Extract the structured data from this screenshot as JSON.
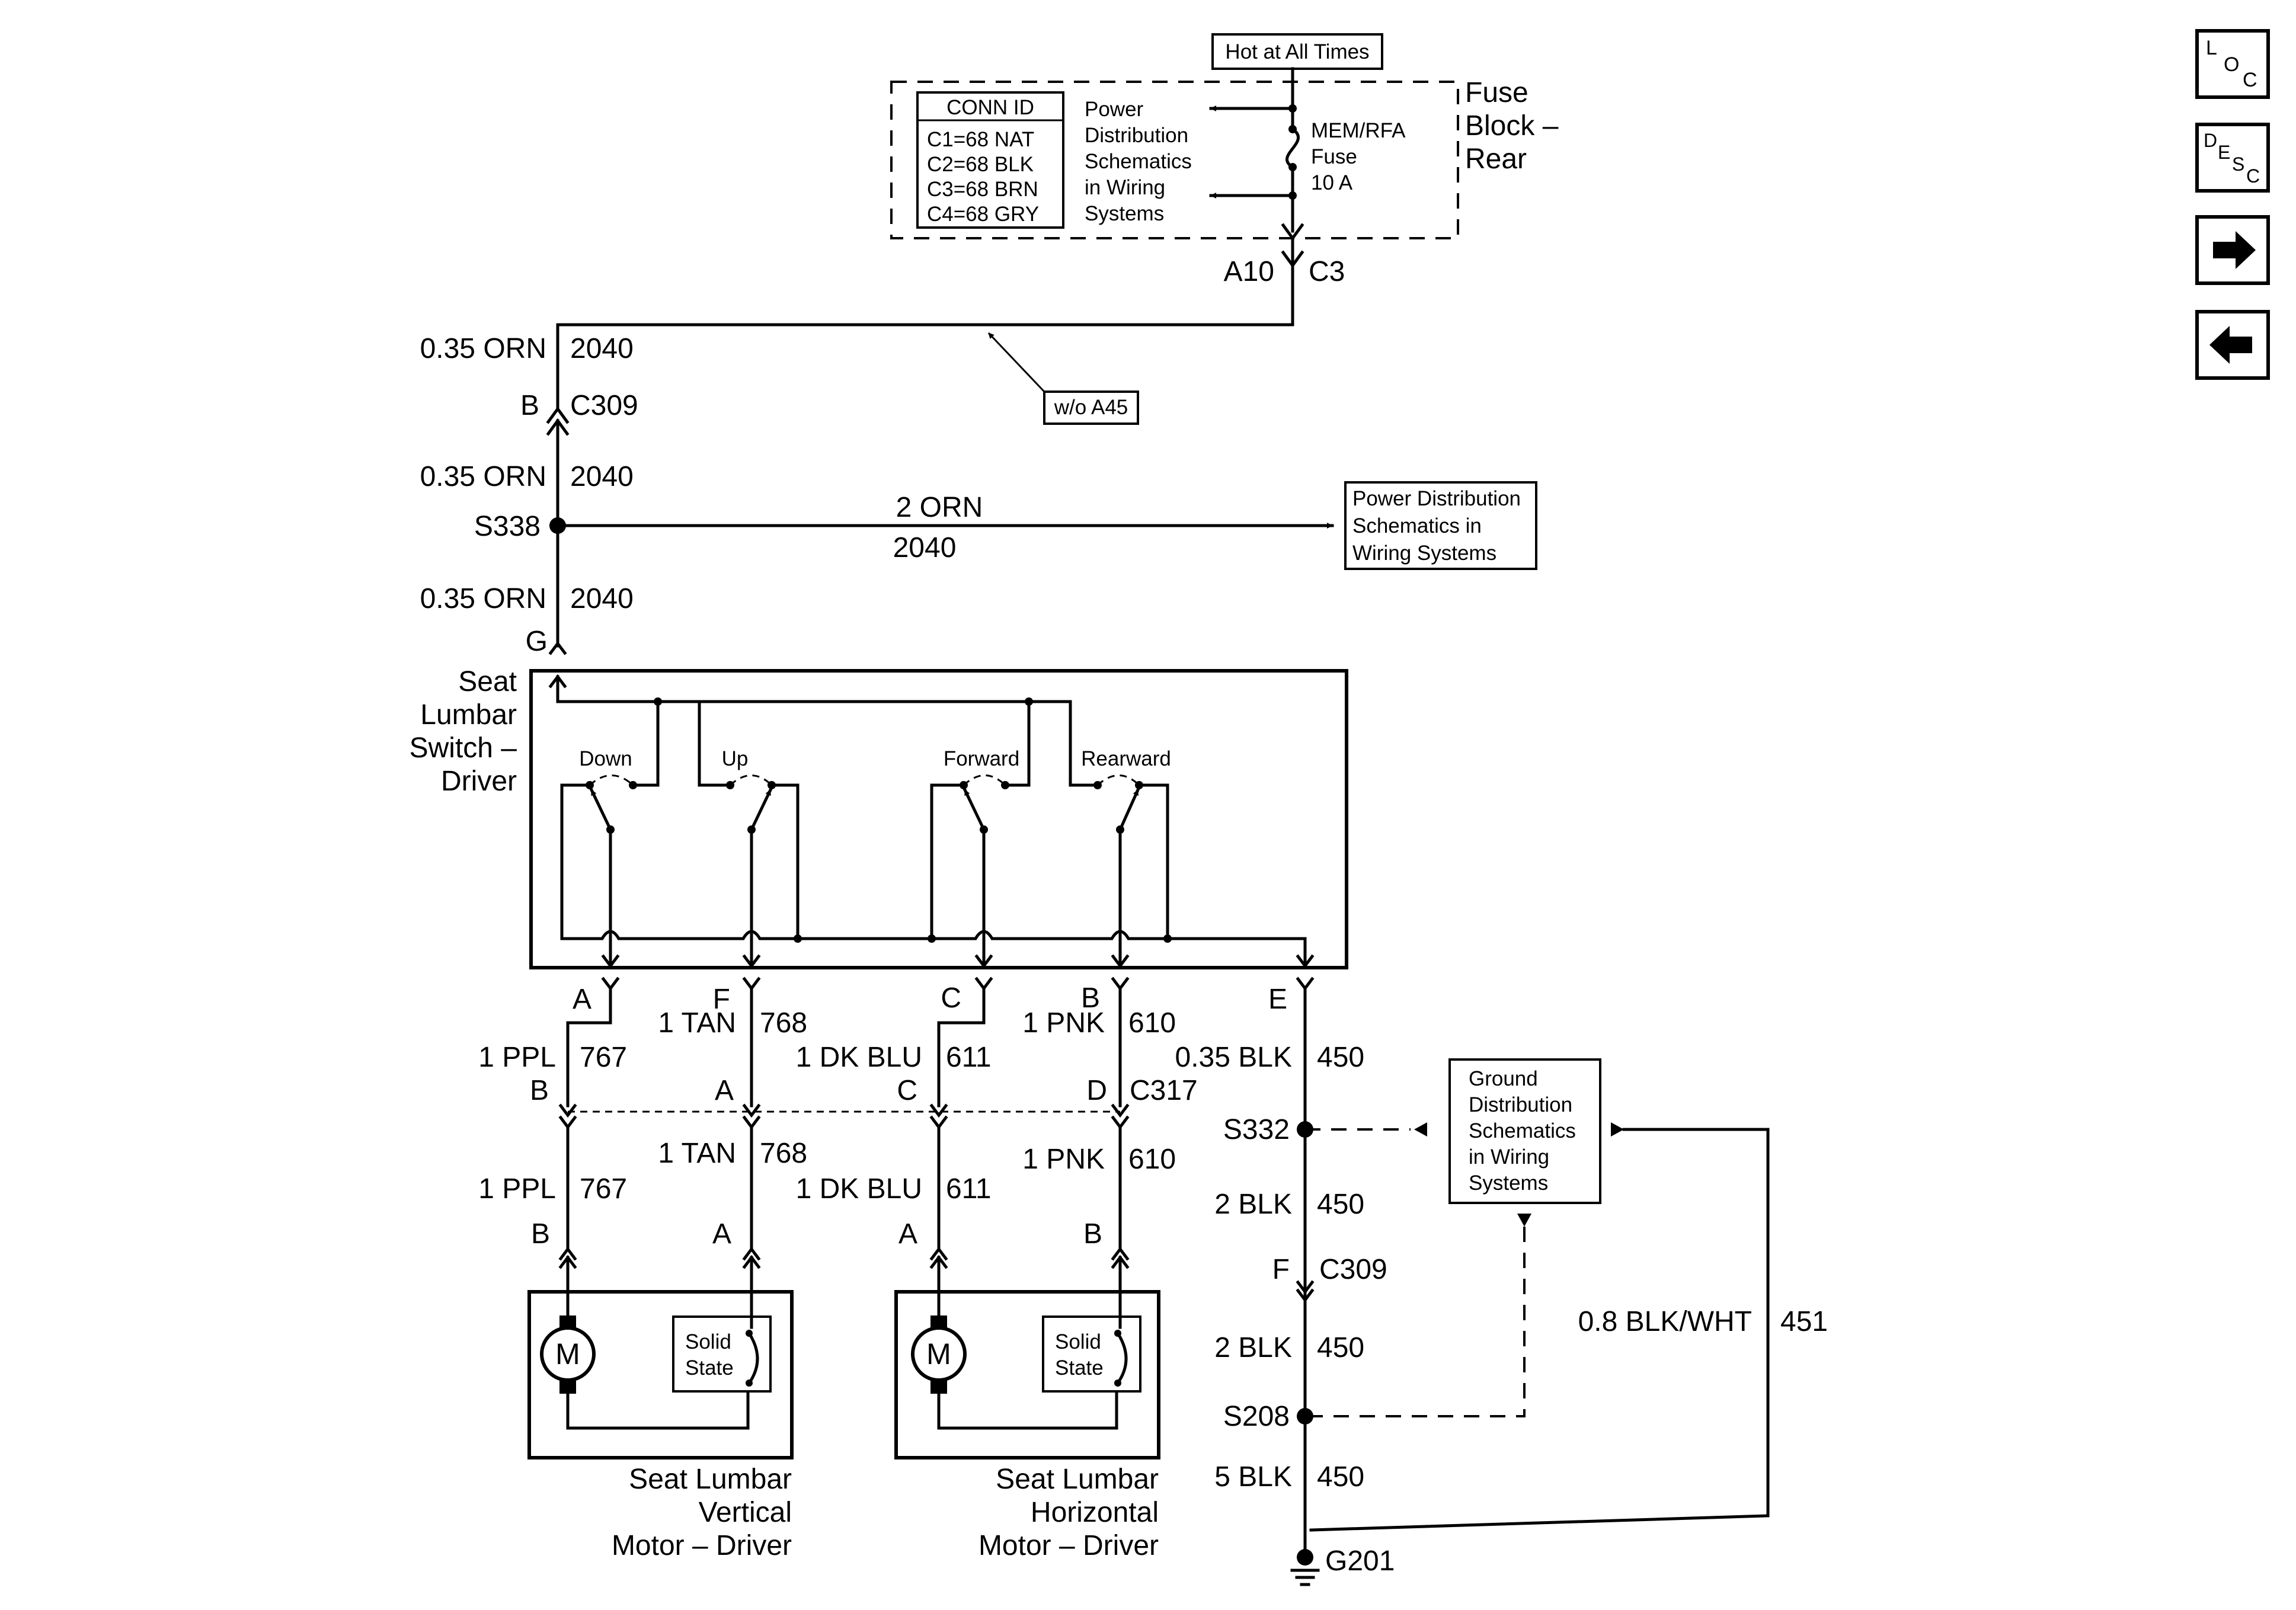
{
  "fuse_block": {
    "hot_label": "Hot at All Times",
    "name_lines": [
      "Fuse",
      "Block –",
      "Rear"
    ],
    "conn_id_title": "CONN ID",
    "conn_ids": [
      "C1=68 NAT",
      "C2=68 BLK",
      "C3=68 BRN",
      "C4=68 GRY"
    ],
    "ref_lines": [
      "Power",
      "Distribution",
      "Schematics",
      "in Wiring",
      "Systems"
    ],
    "fuse_lines": [
      "MEM/RFA",
      "Fuse",
      "10 A"
    ],
    "pin": "A10",
    "connector": "C3"
  },
  "option_label": "w/o A45",
  "wires": {
    "w1_gauge": "0.35 ORN",
    "w1_circuit": "2040",
    "c309_pin": "B",
    "c309_name": "C309",
    "w2_gauge": "0.35 ORN",
    "w2_circuit": "2040",
    "splice_s338": "S338",
    "branch_gauge": "2 ORN",
    "branch_circuit": "2040",
    "w3_gauge": "0.35 ORN",
    "w3_circuit": "2040",
    "switch_pin_g": "G"
  },
  "power_ref_lines": [
    "Power Distribution",
    "Schematics in",
    "Wiring Systems"
  ],
  "switch": {
    "name_lines": [
      "Seat",
      "Lumbar",
      "Switch –",
      "Driver"
    ],
    "contacts": [
      "Down",
      "Up",
      "Forward",
      "Rearward"
    ],
    "pins": [
      "A",
      "F",
      "C",
      "B",
      "E"
    ]
  },
  "harness_upper": [
    {
      "gauge": "1 PPL",
      "circuit": "767"
    },
    {
      "gauge": "1 TAN",
      "circuit": "768"
    },
    {
      "gauge": "1 DK BLU",
      "circuit": "611"
    },
    {
      "gauge": "1 PNK",
      "circuit": "610"
    },
    {
      "gauge": "0.35 BLK",
      "circuit": "450"
    }
  ],
  "c317": {
    "pins": [
      "B",
      "A",
      "C",
      "D"
    ],
    "name": "C317"
  },
  "harness_lower": [
    {
      "gauge": "1 PPL",
      "circuit": "767"
    },
    {
      "gauge": "1 TAN",
      "circuit": "768"
    },
    {
      "gauge": "1 DK BLU",
      "circuit": "611"
    },
    {
      "gauge": "1 PNK",
      "circuit": "610"
    }
  ],
  "motor_pins": [
    "B",
    "A",
    "A",
    "B"
  ],
  "ground_path": {
    "splice_s332": "S332",
    "g2_gauge": "2 BLK",
    "g2_circuit": "450",
    "c309_pin": "F",
    "c309_name": "C309",
    "g3_gauge": "2 BLK",
    "g3_circuit": "450",
    "splice_s208": "S208",
    "g4_gauge": "5 BLK",
    "g4_circuit": "450",
    "ground": "G201",
    "return_gauge": "0.8 BLK/WHT",
    "return_circuit": "451"
  },
  "ground_ref_lines": [
    "Ground",
    "Distribution",
    "Schematics",
    "in Wiring",
    "Systems"
  ],
  "motor_vertical": {
    "symbol": "M",
    "solid_state": [
      "Solid",
      "State"
    ],
    "name_lines": [
      "Seat Lumbar",
      "Vertical",
      "Motor – Driver"
    ]
  },
  "motor_horizontal": {
    "symbol": "M",
    "solid_state": [
      "Solid",
      "State"
    ],
    "name_lines": [
      "Seat Lumbar",
      "Horizontal",
      "Motor – Driver"
    ]
  },
  "nav": {
    "loc": [
      "L",
      "O",
      "C"
    ],
    "desc": [
      "D",
      "E",
      "S",
      "C"
    ],
    "next": "arrow-right-icon",
    "prev": "arrow-left-icon"
  }
}
